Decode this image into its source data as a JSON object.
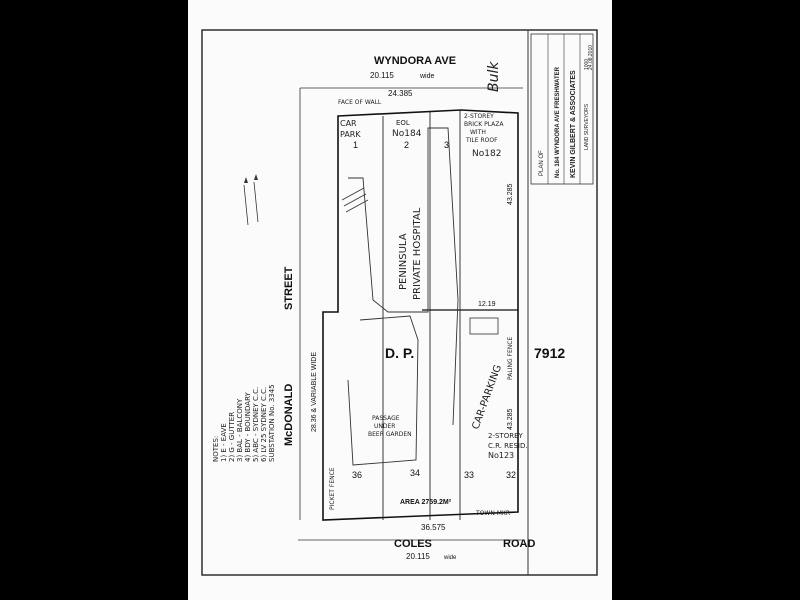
{
  "streets": {
    "north_name": "WYNDORA AVE",
    "north_width": "20.115",
    "north_width_unit": "wide",
    "south_name_1": "COLES",
    "south_name_2": "ROAD",
    "south_width": "20.115",
    "south_width_unit": "wide",
    "west_name_1": "McDONALD",
    "west_name_2": "STREET",
    "west_width": "28.36 & VARIABLE WIDE"
  },
  "dimensions": {
    "north_boundary": "24.385",
    "south_boundary": "36.575",
    "east_upper": "43.285",
    "east_middle": "12.19",
    "east_lower": "43.285",
    "area": "AREA 2759.2M²"
  },
  "plan": {
    "dp_label_1": "D. P.",
    "dp_label_2": "7912",
    "lots": [
      "1",
      "2",
      "3",
      "33",
      "32",
      "36",
      "34"
    ]
  },
  "annotations": {
    "car_park_top_1": "CAR",
    "car_park_top_2": "PARK",
    "hospital_1": "PENINSULA",
    "hospital_2": "PRIVATE HOSPITAL",
    "eol": "EOL",
    "no184": "No184",
    "two_storey_1": "2-STOREY",
    "two_storey_2": "BRICK PLAZA",
    "two_storey_3": "WITH",
    "two_storey_4": "TILE ROOF",
    "no182": "No182",
    "car_parking": "CAR-PARKING",
    "res_1": "2-STOREY",
    "res_2": "C.R. RESID.",
    "res_3": "No123",
    "passage_1": "PASSAGE",
    "passage_2": "UNDER",
    "passage_3": "BEER GARDEN",
    "face_of_wall": "FACE OF WALL",
    "paling_fence": "PALING FENCE",
    "picket_fence": "PICKET FENCE",
    "town_mkr": "TOWN MKR"
  },
  "notes": {
    "title": "NOTES:",
    "lines": [
      "1) E - EAVE",
      "2) G - GUTTER",
      "3) BAL - BALCONY",
      "4) BDY - BOUNDARY",
      "5) ABC - SYDNEY C.C.",
      "6) LV 25 SYDNEY C.C.",
      "SUBSTATION No. 3345"
    ]
  },
  "title_block": {
    "plan_of": "PLAN OF",
    "address": "No. 184 WYNDORA AVE FRESHWATER",
    "firm": "KEVIN GILBERT & ASSOCIATES",
    "firm_sub": "LAND SURVEYORS",
    "signature": "Bulk",
    "ref": "1000",
    "date": "24.08.2010"
  }
}
